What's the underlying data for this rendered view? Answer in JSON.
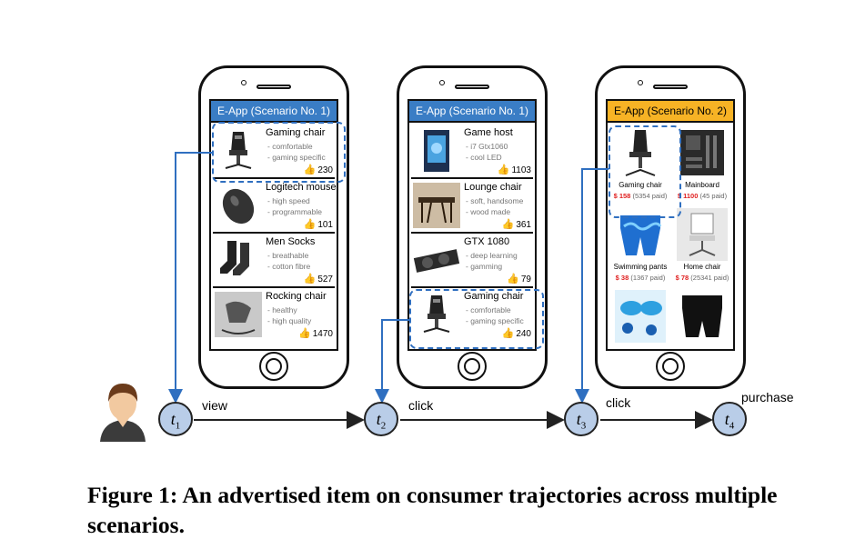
{
  "phones": [
    {
      "header": "E-App (Scenario No. 1)",
      "items": [
        {
          "title": "Gaming chair",
          "f1": "- comfortable",
          "f2": "- gaming specific",
          "likes": "230",
          "icon": "gaming-chair"
        },
        {
          "title": "Logitech mouse",
          "f1": "- high speed",
          "f2": "- programmable",
          "likes": "101",
          "icon": "mouse"
        },
        {
          "title": "Men Socks",
          "f1": "- breathable",
          "f2": "- cotton fibre",
          "likes": "527",
          "icon": "socks"
        },
        {
          "title": "Rocking chair",
          "f1": "- healthy",
          "f2": "- high quality",
          "likes": "1470",
          "icon": "rocking-chair"
        }
      ]
    },
    {
      "header": "E-App (Scenario No. 1)",
      "items": [
        {
          "title": "Game host",
          "f1": "- i7 Gtx1060",
          "f2": "- cool LED",
          "likes": "1103",
          "icon": "pc-tower"
        },
        {
          "title": "Lounge chair",
          "f1": "- soft, handsome",
          "f2": "- wood made",
          "likes": "361",
          "icon": "lounge-chair"
        },
        {
          "title": "GTX 1080",
          "f1": "- deep learning",
          "f2": "- gamming",
          "likes": "79",
          "icon": "gpu"
        },
        {
          "title": "Gaming chair",
          "f1": "- comfortable",
          "f2": "- gaming specific",
          "likes": "240",
          "icon": "gaming-chair"
        }
      ]
    },
    {
      "header": "E-App (Scenario No. 2)",
      "cells": [
        {
          "name": "Gaming chair",
          "price": "$ 158",
          "paid": "(5354 paid)",
          "icon": "gaming-chair"
        },
        {
          "name": "Mainboard",
          "price": "$ 1100",
          "paid": "(45 paid)",
          "icon": "mainboard"
        },
        {
          "name": "Swimming pants",
          "price": "$ 38",
          "paid": "(1367 paid)",
          "icon": "swim-shorts"
        },
        {
          "name": "Home chair",
          "price": "$ 78",
          "paid": "(25341 paid)",
          "icon": "office-chair"
        },
        {
          "name": "",
          "price": "",
          "paid": "",
          "icon": "goggles"
        },
        {
          "name": "",
          "price": "",
          "paid": "",
          "icon": "swim-trunks"
        }
      ]
    }
  ],
  "timeline": {
    "nodes": [
      {
        "t": "t",
        "sub": "1"
      },
      {
        "t": "t",
        "sub": "2"
      },
      {
        "t": "t",
        "sub": "3"
      },
      {
        "t": "t",
        "sub": "4"
      }
    ],
    "actions": [
      "view",
      "click",
      "click",
      "purchase"
    ]
  },
  "caption": "Figure 1: An advertised item on consumer trajectories across multiple scenarios.",
  "colors": {
    "blue_header": "#3a7dc5",
    "orange_header": "#f7b325",
    "dash_blue": "#2f6fc0",
    "node_fill": "#b9cde8",
    "price_red": "#e02020"
  }
}
